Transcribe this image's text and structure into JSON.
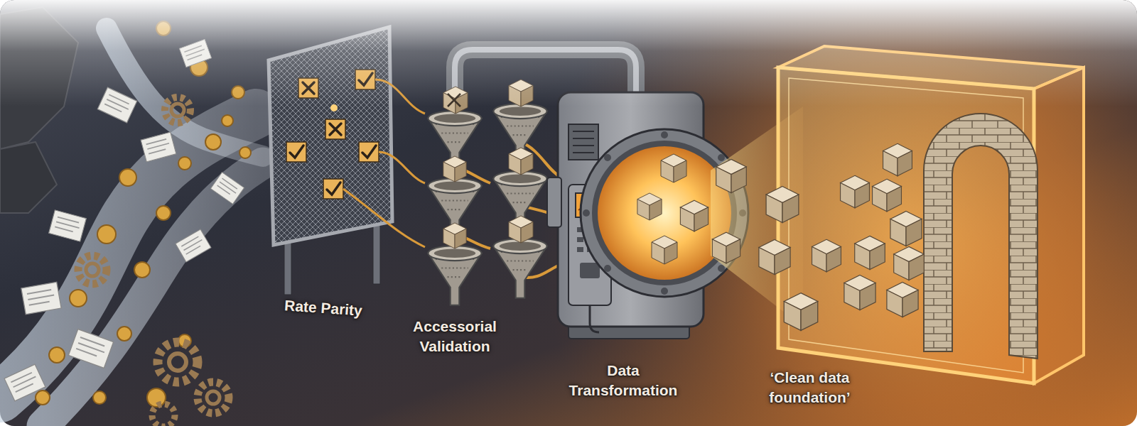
{
  "diagram": {
    "labels": [
      "Rate Parity",
      "Accessorial Validation",
      "Data Transformation",
      "‘Clean data foundation’"
    ]
  }
}
